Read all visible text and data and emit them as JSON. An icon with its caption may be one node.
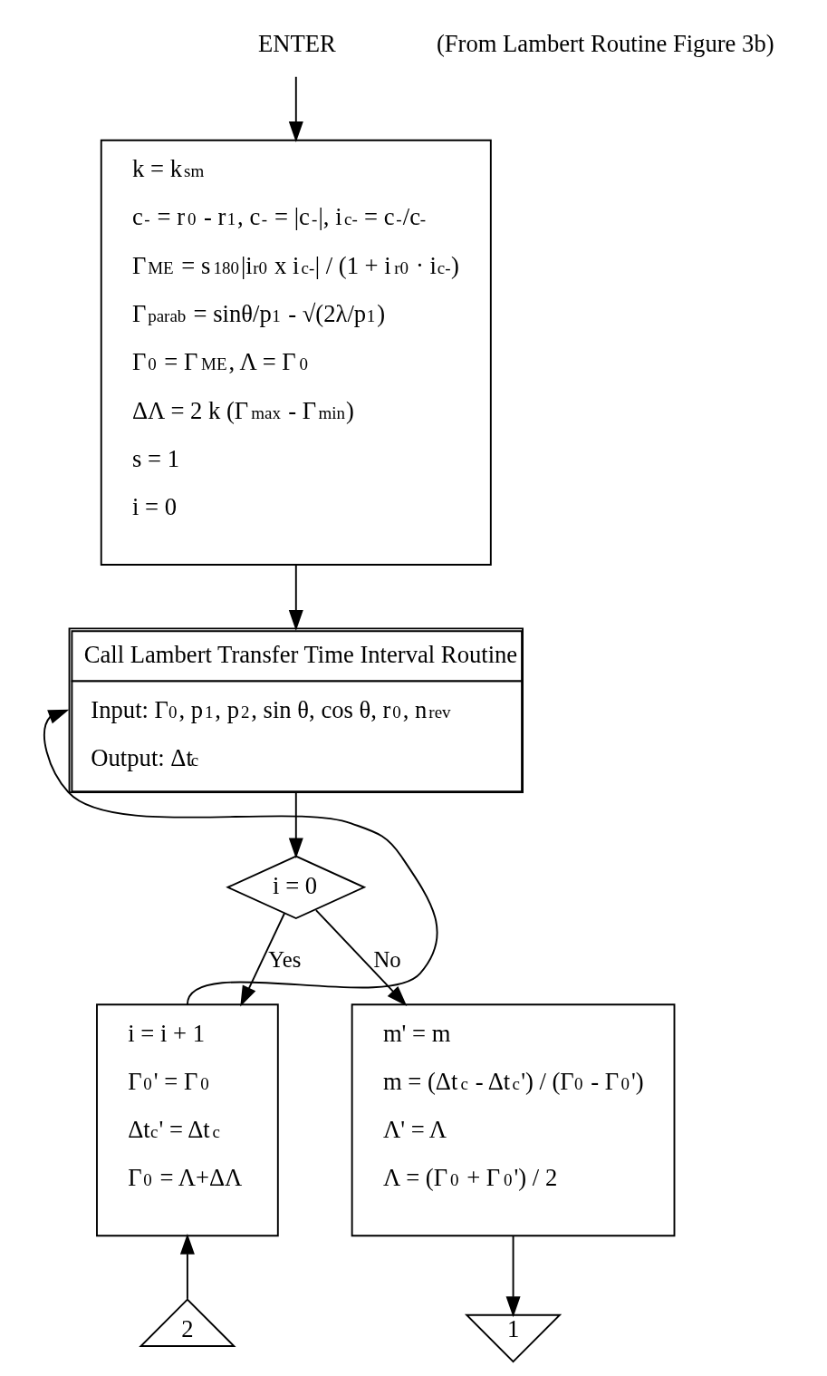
{
  "diagram": {
    "nodes": [
      {
        "text": [
          "ENTER"
        ]
      },
      {
        "text": [
          "k = k$_{sm}$",
          "c$^{-}$ = r$_{0}$ - r$_{1}$, c$^{-}$ = |c$^{-}$|, i$_{c-}$ = c$^{-}$/c$^{-}$",
          "Γ$_{ME}$ = s$_{180}$|i$_{r0}$ x i$_{c-}$| / (1 + i$_{r0}$ · i$_{c-}$)",
          "Γ$_{parab}$ = sinθ/p$_{1}$ - √(2λ/p$_{1}$)",
          "Γ$_{0}$ = Γ$_{ME}$, Λ = Γ$_{0}$",
          "ΔΛ = 2 k (Γ$_{max}$ - Γ$_{min}$)",
          "s = 1",
          "i = 0"
        ]
      },
      {
        "text": [
          "Call Lambert Transfer Time Interval Routine",
          "Input: Γ$_{0}$, p$_{1}$, p$_{2}$, sin θ, cos θ, r$_{0}$, n$_{rev}$",
          "Output: Δt$_{c}$"
        ]
      },
      {
        "text": [
          "i = 0"
        ]
      },
      {
        "text": [
          "m' = m",
          "m = (Δt$_{c}$ - Δt$_{c}$') / (Γ$_{0}$ - Γ$_{0}$')",
          "Λ' = Λ",
          "Λ = (Γ$_{0}$ + Γ$_{0}$') / 2"
        ]
      },
      {
        "text": [
          "1"
        ]
      },
      {
        "text": [
          "i = i + 1",
          "Γ$_{0}$' = Γ$_{0}$",
          "Δt$_{c}$' = Δt$_{c}$",
          "Γ$_{0}$ = Λ+ΔΛ"
        ]
      },
      {
        "text": [
          "2"
        ]
      }
    ],
    "edges": [
      {
        "from": 0,
        "to": 1,
        "arrow": "to"
      },
      {
        "from": 1,
        "to": 2,
        "arrow": "to"
      },
      {
        "from": 2,
        "to": 3,
        "arrow": "to"
      },
      {
        "from": 3,
        "to": 6,
        "arrow": "to",
        "label": "Yes"
      },
      {
        "from": 3,
        "to": 4,
        "arrow": "to",
        "label": "No"
      },
      {
        "from": 4,
        "to": 5,
        "arrow": "to"
      },
      {
        "from": 7,
        "to": 6,
        "arrow": "to"
      },
      {
        "from": 6,
        "to": 2,
        "arrow": "to"
      }
    ],
    "labels": [
      "(From Lambert Routine Figure 3b)"
    ]
  }
}
